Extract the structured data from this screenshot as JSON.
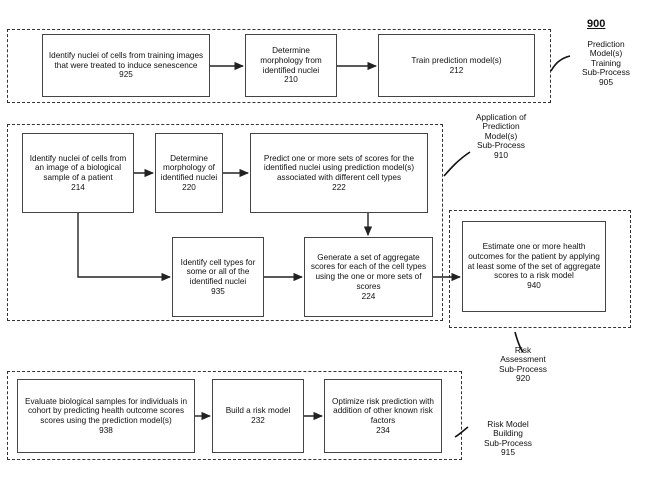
{
  "figure": {
    "number": "900"
  },
  "groups": [
    {
      "id": "training",
      "callout": "Prediction\nModel(s)\nTraining\nSub-Process\n905"
    },
    {
      "id": "application",
      "callout": "Application of\nPrediction\nModel(s)\nSub-Process\n910"
    },
    {
      "id": "risk-assessment",
      "callout": "Risk\nAssessment\nSub-Process\n920"
    },
    {
      "id": "risk-model-building",
      "callout": "Risk Model\nBuilding\nSub-Process\n915"
    }
  ],
  "nodes": {
    "n925": {
      "text": "Identify nuclei of cells from training images that were treated to induce senescence",
      "ref": "925"
    },
    "n210": {
      "text": "Determine morphology from identified nuclei",
      "ref": "210"
    },
    "n212": {
      "text": "Train prediction model(s)",
      "ref": "212"
    },
    "n214": {
      "text": "Identify nuclei of cells from an image of a biological sample of a patient",
      "ref": "214"
    },
    "n220": {
      "text": "Determine morphology of identified nuclei",
      "ref": "220"
    },
    "n222": {
      "text": "Predict one or more sets of scores for the identified nuclei using prediction model(s) associated with different cell types",
      "ref": "222"
    },
    "n935": {
      "text": "Identify cell types for some or all of the identified nuclei",
      "ref": "935"
    },
    "n224": {
      "text": "Generate a set of aggregate scores for each of the cell types using the one or more sets of scores",
      "ref": "224"
    },
    "n940": {
      "text": "Estimate one or more health outcomes for the patient by applying at least some of the set of aggregate scores to a risk model",
      "ref": "940"
    },
    "n938": {
      "text": "Evaluate biological samples for individuals in cohort by predicting health outcome scores scores using the prediction model(s)",
      "ref": "938"
    },
    "n232": {
      "text": "Build a risk model",
      "ref": "232"
    },
    "n234": {
      "text": "Optimize risk prediction with addition of other known risk factors",
      "ref": "234"
    }
  },
  "colors": {
    "line": "#222222",
    "dashed": "#333333",
    "box_border": "#444444",
    "text": "#111111",
    "background": "#ffffff"
  }
}
